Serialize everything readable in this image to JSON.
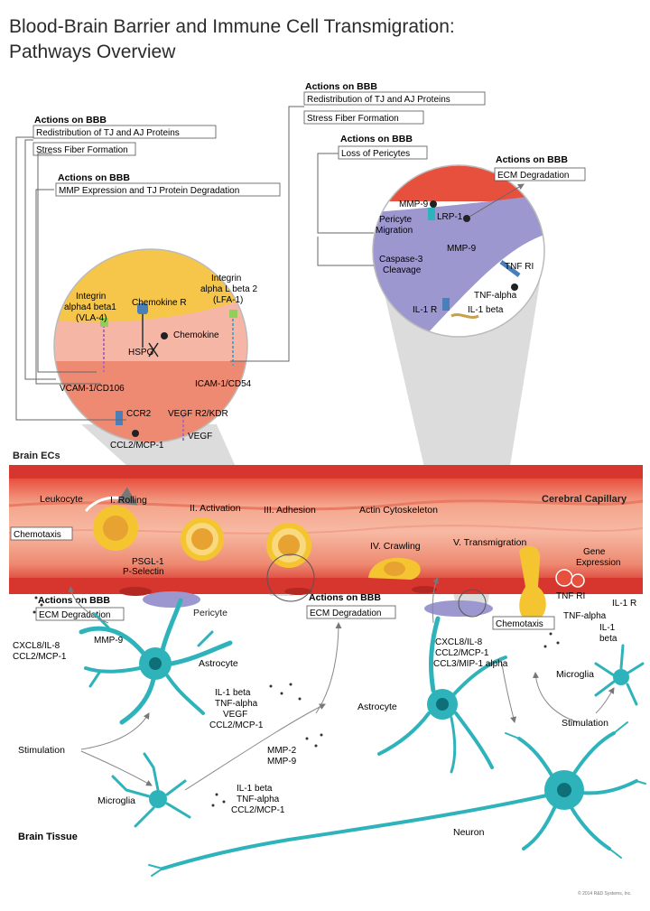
{
  "title_line1": "Blood-Brain Barrier and Immune Cell Transmigration:",
  "title_line2": "Pathways Overview",
  "boxes": {
    "left_top_header": "Actions on BBB",
    "left_top_1": "Redistribution of TJ and AJ Proteins",
    "left_top_2": "Stress Fiber Formation",
    "left_mid_header": "Actions on BBB",
    "left_mid_1": "MMP Expression and TJ Protein Degradation",
    "right_top_header": "Actions on BBB",
    "right_top_1": "Redistribution of TJ and AJ Proteins",
    "right_top_2": "Stress Fiber Formation",
    "pericyte_header": "Actions on BBB",
    "pericyte_1": "Loss of Pericytes",
    "ecm_top_header": "Actions on BBB",
    "ecm_top_1": "ECM Degradation",
    "ecm_left_header": "Actions on BBB",
    "ecm_left_1": "ECM Degradation",
    "ecm_mid_header": "Actions on BBB",
    "ecm_mid_1": "ECM Degradation",
    "chemotaxis_left": "Chemotaxis",
    "chemotaxis_right": "Chemotaxis"
  },
  "left_circle": {
    "integrin_a4_l1": "Integrin",
    "integrin_a4_l2": "alpha4 beta1",
    "integrin_a4_l3": "(VLA-4)",
    "chemokine_r": "Chemokine R",
    "integrin_l_l1": "Integrin",
    "integrin_l_l2": "alpha L beta 2",
    "integrin_l_l3": "(LFA-1)",
    "hspg": "HSPG",
    "chemokine": "Chemokine",
    "vcam": "VCAM-1/CD106",
    "icam": "ICAM-1/CD54",
    "ccr2": "CCR2",
    "vegf_r2": "VEGF R2/KDR",
    "vegf": "VEGF",
    "ccl2": "CCL2/MCP-1"
  },
  "right_circle": {
    "mmp9_a": "MMP-9",
    "lrp1": "LRP-1",
    "pericyte_mig_l1": "Pericyte",
    "pericyte_mig_l2": "Migration",
    "mmp9_b": "MMP-9",
    "caspase_l1": "Caspase-3",
    "caspase_l2": "Cleavage",
    "tnf_ri": "TNF RI",
    "tnf_alpha": "TNF-alpha",
    "il1r": "IL-1 R",
    "il1beta": "IL-1 beta"
  },
  "vessel": {
    "brain_ecs": "Brain ECs",
    "cerebral_capillary": "Cerebral Capillary",
    "leukocyte": "Leukocyte",
    "rolling": "I. Rolling",
    "activation": "II. Activation",
    "adhesion": "III. Adhesion",
    "actin": "Actin Cytoskeleton",
    "crawling": "IV. Crawling",
    "transmigration": "V. Transmigration",
    "psgl1": "PSGL-1",
    "pselectin": "P-Selectin",
    "gene_l1": "Gene",
    "gene_l2": "Expression",
    "pericyte": "Pericyte"
  },
  "tissue": {
    "cxcl8_left": "CXCL8/IL-8",
    "ccl2_left": "CCL2/MCP-1",
    "mmp9_left": "MMP-9",
    "astrocyte_left": "Astrocyte",
    "il1b_mid": "IL-1 beta",
    "tnfa_mid": "TNF-alpha",
    "vegf_mid": "VEGF",
    "ccl2_mid": "CCL2/MCP-1",
    "stimulation_left": "Stimulation",
    "mmp2": "MMP-2",
    "mmp9_mid": "MMP-9",
    "microglia_left": "Microglia",
    "il1b_low": "IL-1 beta",
    "tnfa_low": "TNF-alpha",
    "ccl2_low": "CCL2/MCP-1",
    "brain_tissue": "Brain Tissue",
    "neuron": "Neuron",
    "cxcl8_right": "CXCL8/IL-8",
    "ccl2_right": "CCL2/MCP-1",
    "ccl3_right": "CCL3/MIP-1 alpha",
    "astrocyte_right": "Astrocyte",
    "tnf_ri_r": "TNF RI",
    "il1r_r": "IL-1 R",
    "tnfa_r": "TNF-alpha",
    "il1_r": "IL-1",
    "beta_r": "beta",
    "microglia_right": "Microglia",
    "stimulation_right": "Stimulation"
  },
  "copyright": "© 2014 R&D Systems, Inc.",
  "colors": {
    "vessel_red": "#d7362e",
    "vessel_light": "#f2a08a",
    "circle_yellow": "#f6c64a",
    "circle_pink": "#f5b6a6",
    "lilac": "#9c97cf",
    "astrocyte": "#2fb3bb",
    "leukocyte_yellow": "#f5c531",
    "leukocyte_core": "#e8a231"
  }
}
